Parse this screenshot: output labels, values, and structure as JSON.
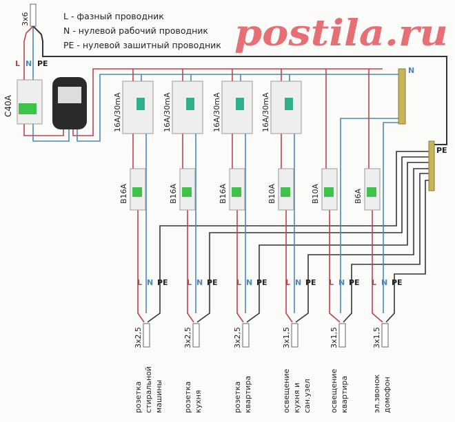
{
  "legend": {
    "l": "L - фазный проводник",
    "n": "N - нулевой рабочий проводник",
    "pe": "PE - нулевой зашитный проводник"
  },
  "input": {
    "cable": "3x6",
    "main_breaker": "C40A",
    "wire_labels": {
      "l": "L",
      "n": "N",
      "pe": "PE"
    }
  },
  "bus_labels": {
    "n": "N",
    "pe": "PE"
  },
  "colors": {
    "phase": "#c0404a",
    "neutral": "#4f86b5",
    "earth": "#333333",
    "watermark": "#e0404a"
  },
  "columns": [
    {
      "rcd": "16A/30mA",
      "mcb": "B16A",
      "cable": "3x2,5",
      "wires": [
        "L",
        "N",
        "PE"
      ],
      "desc": [
        "розетка",
        "стиральной",
        "машины"
      ]
    },
    {
      "rcd": "16A/30mA",
      "mcb": "B16A",
      "cable": "3x2,5",
      "wires": [
        "L",
        "N",
        "PE"
      ],
      "desc": [
        "розетка",
        "кухня"
      ]
    },
    {
      "rcd": "16A/30mA",
      "mcb": "B16A",
      "cable": "3x2,5",
      "wires": [
        "L",
        "N",
        "PE"
      ],
      "desc": [
        "розетка",
        "квартира"
      ]
    },
    {
      "rcd": "16A/30mA",
      "mcb": "B10A",
      "cable": "3x1,5",
      "wires": [
        "L",
        "N",
        "PE"
      ],
      "desc": [
        "освещение",
        "кухня и",
        "сан.узел"
      ]
    },
    {
      "rcd": null,
      "mcb": "B10A",
      "cable": "3x1,5",
      "wires": [
        "L",
        "N",
        "PE"
      ],
      "desc": [
        "освещение",
        "квартира"
      ]
    },
    {
      "rcd": null,
      "mcb": "B6A",
      "cable": "3x1,5",
      "wires": [
        "L",
        "N",
        "PE"
      ],
      "desc": [
        "эл.звонок",
        "домофон"
      ]
    }
  ],
  "watermark": "postila.ru"
}
